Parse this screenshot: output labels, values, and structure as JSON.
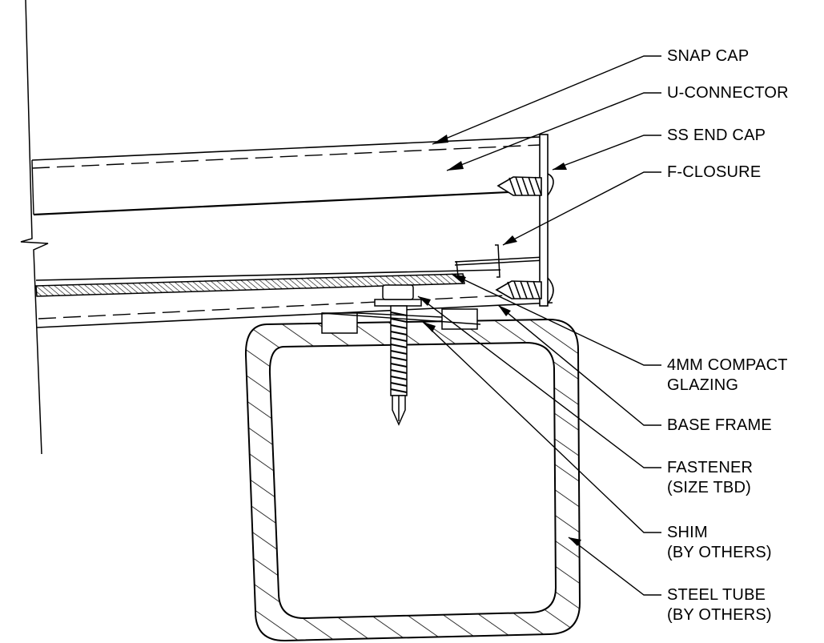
{
  "drawing": {
    "callouts": [
      {
        "id": "snap-cap",
        "lines": [
          "SNAP CAP"
        ]
      },
      {
        "id": "u-connector",
        "lines": [
          "U-CONNECTOR"
        ]
      },
      {
        "id": "ss-end-cap",
        "lines": [
          "SS END CAP"
        ]
      },
      {
        "id": "f-closure",
        "lines": [
          "F-CLOSURE"
        ]
      },
      {
        "id": "compact-glazing",
        "lines": [
          "4MM COMPACT",
          "GLAZING"
        ]
      },
      {
        "id": "base-frame",
        "lines": [
          "BASE FRAME"
        ]
      },
      {
        "id": "fastener",
        "lines": [
          "FASTENER",
          "(SIZE TBD)"
        ]
      },
      {
        "id": "shim",
        "lines": [
          "SHIM",
          "(BY OTHERS)"
        ]
      },
      {
        "id": "steel-tube",
        "lines": [
          "STEEL TUBE",
          "(BY OTHERS)"
        ]
      }
    ]
  }
}
